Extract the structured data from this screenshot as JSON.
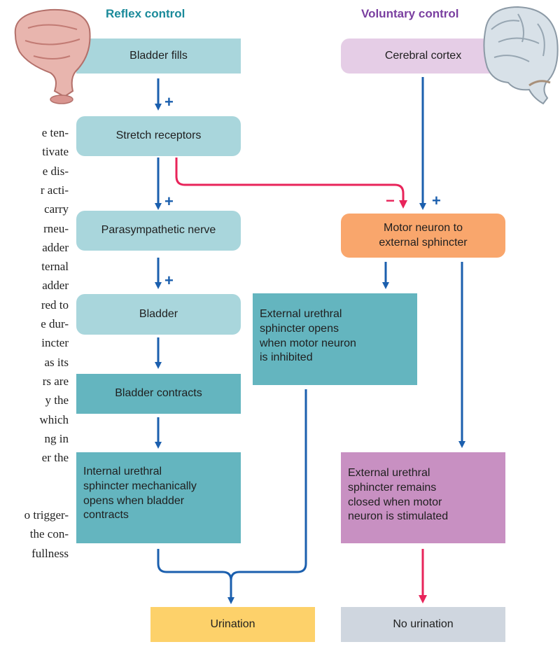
{
  "headers": {
    "reflex": "Reflex control",
    "voluntary": "Voluntary control"
  },
  "boxes": {
    "bladder_fills": "Bladder fills",
    "stretch_receptors": "Stretch receptors",
    "parasympathetic_nerve": "Parasympathetic nerve",
    "bladder": "Bladder",
    "bladder_contracts": "Bladder contracts",
    "internal_sphincter": "Internal urethral\nsphincter mechanically\nopens when bladder\ncontracts",
    "cerebral_cortex": "Cerebral cortex",
    "motor_neuron": "Motor neuron to\nexternal sphincter",
    "external_opens": "External urethral\nsphincter opens\nwhen motor neuron\nis inhibited",
    "external_closed": "External urethral\nsphincter remains\nclosed when motor\nneuron is stimulated",
    "urination": "Urination",
    "no_urination": "No urination"
  },
  "signs": {
    "plus_1": "+",
    "plus_2": "+",
    "plus_3": "+",
    "minus": "−",
    "plus_cortex": "+"
  },
  "body_text_lines": [
    "e ten-",
    "tivate",
    "e dis-",
    "r acti-",
    "carry",
    "rneu-",
    "adder",
    "ternal",
    "adder",
    "red to",
    "e dur-",
    "incter",
    "as its",
    "rs are",
    "y the",
    "which",
    "ng in",
    "er the",
    "",
    "",
    "o trigger-",
    "the con-",
    "fullness"
  ],
  "colors": {
    "reflex_header": "#1a8a9a",
    "voluntary_header": "#7a3fa0",
    "light_teal": "#a9d6dc",
    "dark_teal": "#64b5bf",
    "lavender": "#e5cde6",
    "orange": "#f9a66c",
    "purple": "#c890c2",
    "yellow": "#fdd16a",
    "gray": "#cfd6df",
    "blue_arrow": "#1b5fae",
    "red_arrow": "#e8245a"
  },
  "icons": [
    "bladder-illustration",
    "brain-illustration"
  ]
}
